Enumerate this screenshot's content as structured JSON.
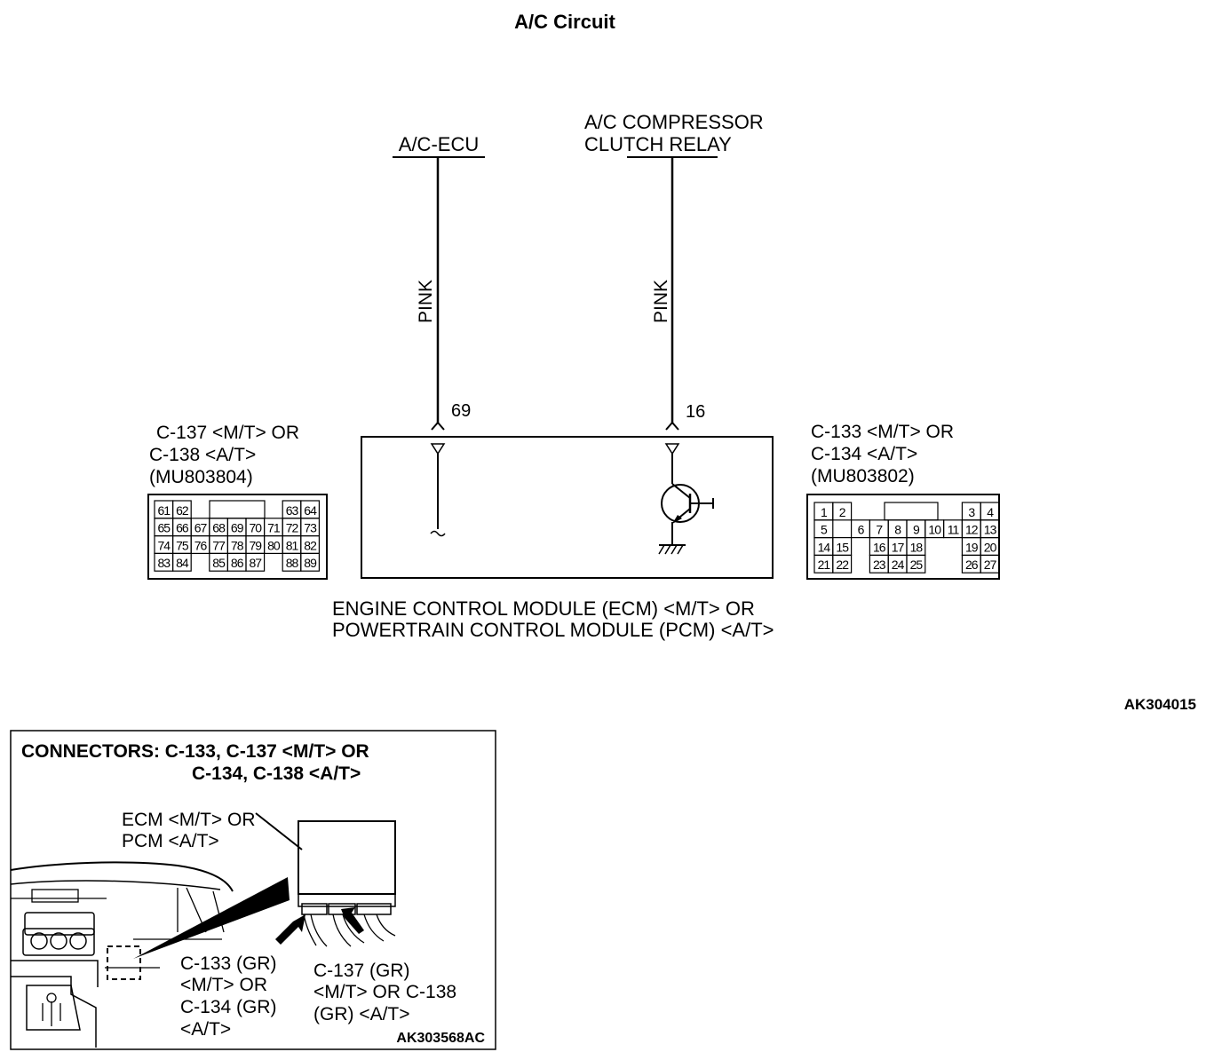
{
  "title": "A/C Circuit",
  "top_labels": {
    "ac_ecu": "A/C-ECU",
    "relay_line1": "A/C COMPRESSOR",
    "relay_line2": "CLUTCH RELAY"
  },
  "wires": [
    {
      "color": "PINK",
      "terminal": "69"
    },
    {
      "color": "PINK",
      "terminal": "16"
    }
  ],
  "left_connector": {
    "line1": "C-137 <M/T> OR",
    "line2": "C-138 <A/T>",
    "line3": "(MU803804)",
    "rows": [
      [
        "61",
        "62",
        "",
        "",
        "",
        "",
        "",
        "63",
        "64"
      ],
      [
        "65",
        "66",
        "67",
        "68",
        "69",
        "70",
        "71",
        "72",
        "73"
      ],
      [
        "74",
        "75",
        "76",
        "77",
        "78",
        "79",
        "80",
        "81",
        "82"
      ],
      [
        "83",
        "84",
        "",
        "85",
        "86",
        "87",
        "",
        "88",
        "89"
      ]
    ]
  },
  "right_connector": {
    "line1": "C-133 <M/T> OR",
    "line2": "C-134 <A/T>",
    "line3": "(MU803802)",
    "rows": [
      [
        "1",
        "2",
        "",
        "",
        "",
        "",
        "",
        "",
        "3",
        "4"
      ],
      [
        "5",
        "",
        "6",
        "7",
        "8",
        "9",
        "10",
        "11",
        "12",
        "13"
      ],
      [
        "14",
        "15",
        "",
        "16",
        "17",
        "18",
        "",
        "",
        "19",
        "20"
      ],
      [
        "21",
        "22",
        "",
        "23",
        "24",
        "25",
        "",
        "",
        "26",
        "27"
      ]
    ]
  },
  "module_label": {
    "line1": "ENGINE CONTROL MODULE (ECM) <M/T> OR",
    "line2": "POWERTRAIN CONTROL MODULE (PCM) <A/T>"
  },
  "figure_code": "AK304015",
  "inset": {
    "title_line1": "CONNECTORS: C-133, C-137 <M/T> OR",
    "title_line2": "C-134, C-138 <A/T>",
    "ecm_line1": "ECM <M/T> OR",
    "ecm_line2": "PCM <A/T>",
    "c133_lines": [
      "C-133 (GR)",
      "<M/T> OR",
      "C-134 (GR)",
      "<A/T>"
    ],
    "c137_lines": [
      "C-137 (GR)",
      "<M/T> OR C-138",
      "(GR) <A/T>"
    ],
    "code": "AK303568AC"
  }
}
